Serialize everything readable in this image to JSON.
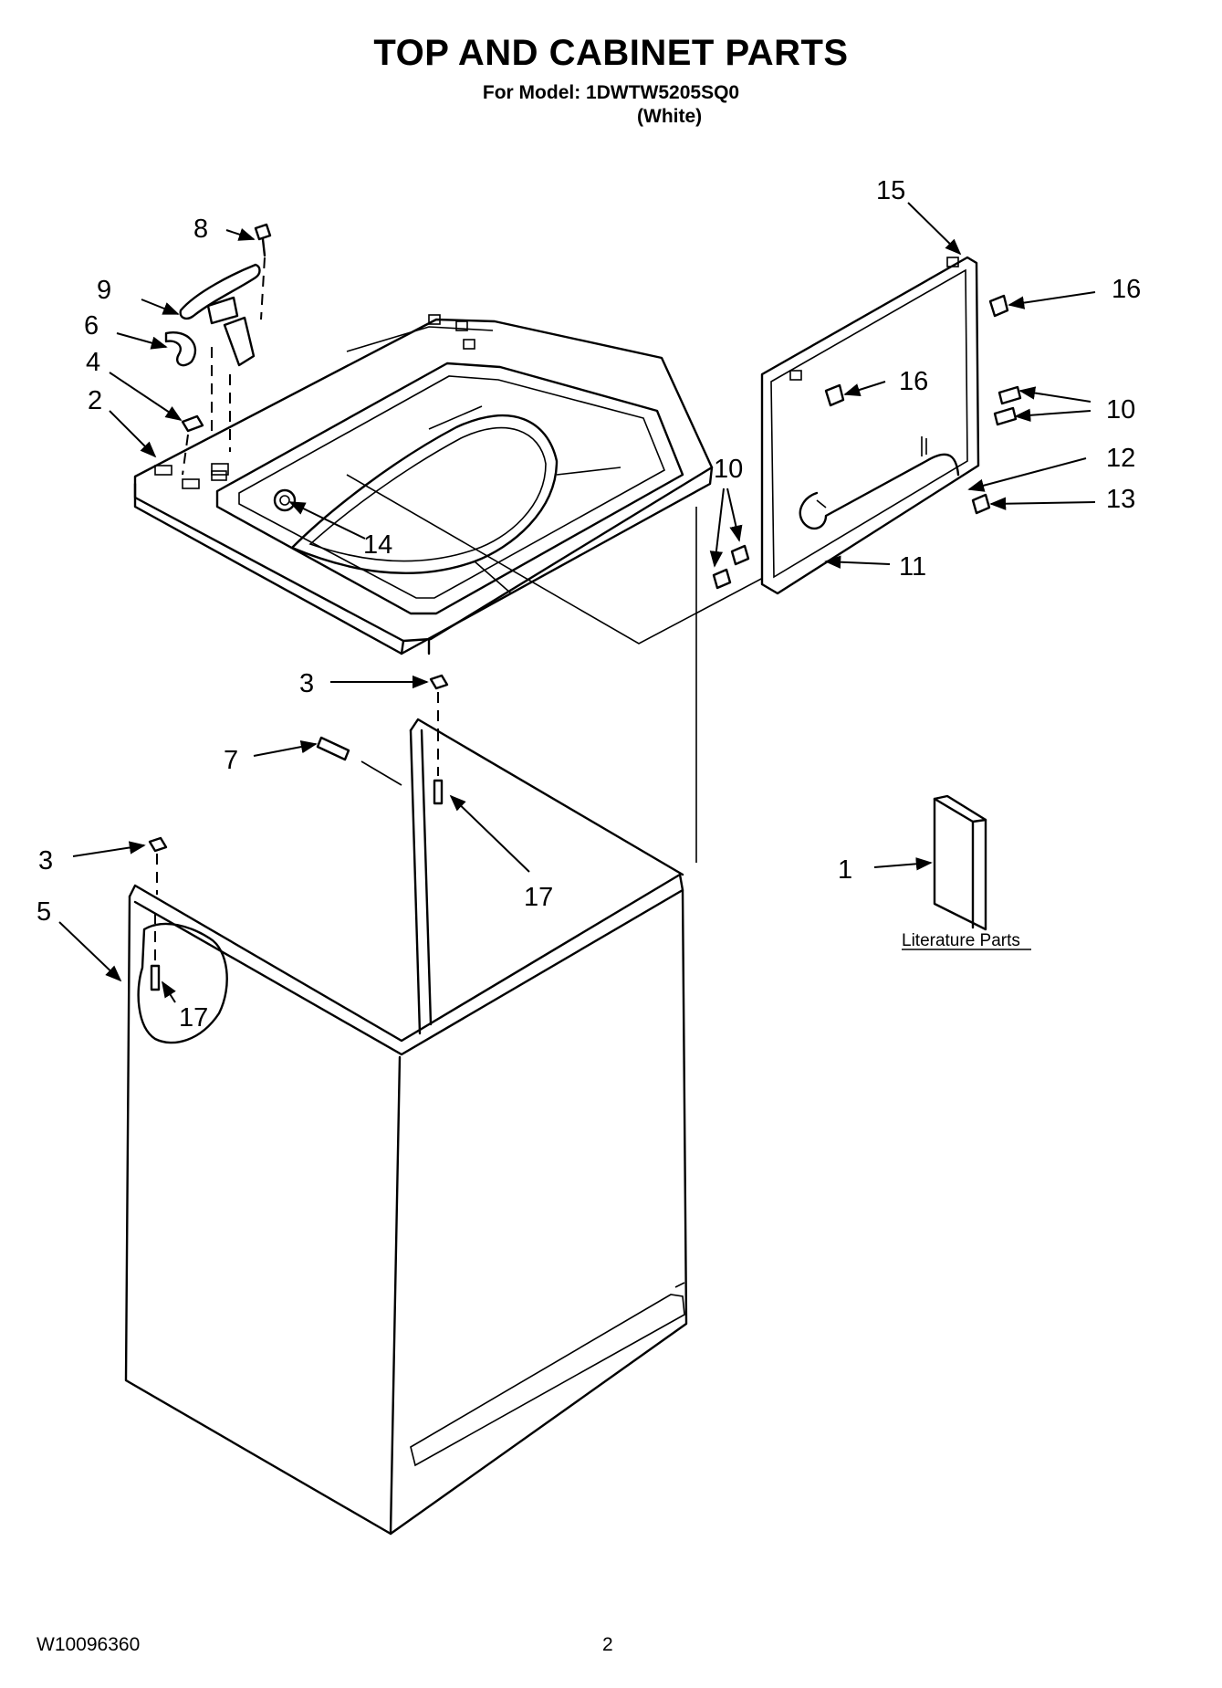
{
  "page": {
    "title": "TOP AND CABINET PARTS",
    "subtitle": "For Model: 1DWTW5205SQ0",
    "variant": "(White)",
    "doc_number": "W10096360",
    "page_number": "2"
  },
  "callouts": {
    "c1": "1",
    "c2": "2",
    "c3a": "3",
    "c3b": "3",
    "c4": "4",
    "c5": "5",
    "c6": "6",
    "c7": "7",
    "c8": "8",
    "c9": "9",
    "c10a": "10",
    "c10b": "10",
    "c11": "11",
    "c12": "12",
    "c13": "13",
    "c14": "14",
    "c15": "15",
    "c16a": "16",
    "c16b": "16",
    "c17a": "17",
    "c17b": "17"
  },
  "literature_label": "Literature Parts"
}
